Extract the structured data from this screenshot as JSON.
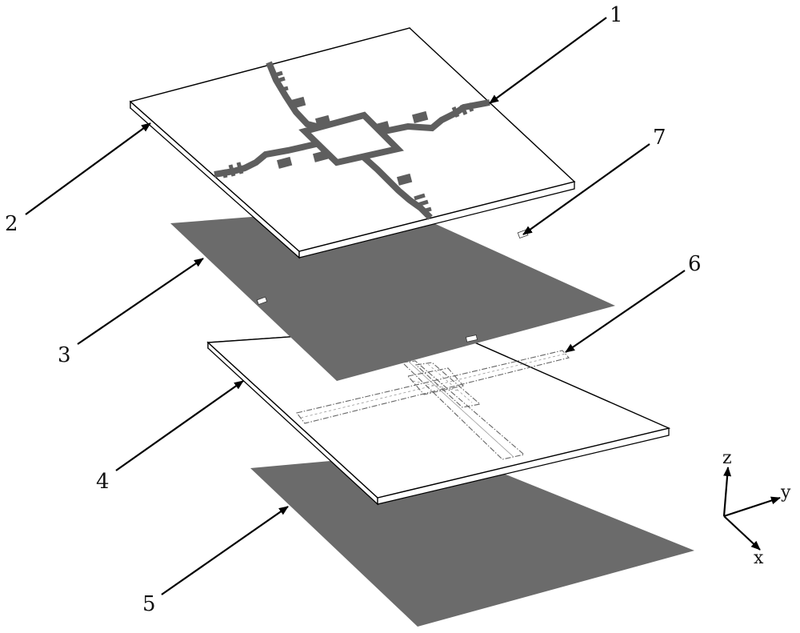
{
  "labels": {
    "l1": "1",
    "l2": "2",
    "l3": "3",
    "l4": "4",
    "l5": "5",
    "l6": "6",
    "l7": "7"
  },
  "axes": {
    "z": "z",
    "y": "y",
    "x": "x"
  },
  "colors": {
    "substrate": "#ffffff",
    "ground_plane": "#6b6b6b",
    "microstrip": "#5e5e5e",
    "outline": "#000000"
  }
}
